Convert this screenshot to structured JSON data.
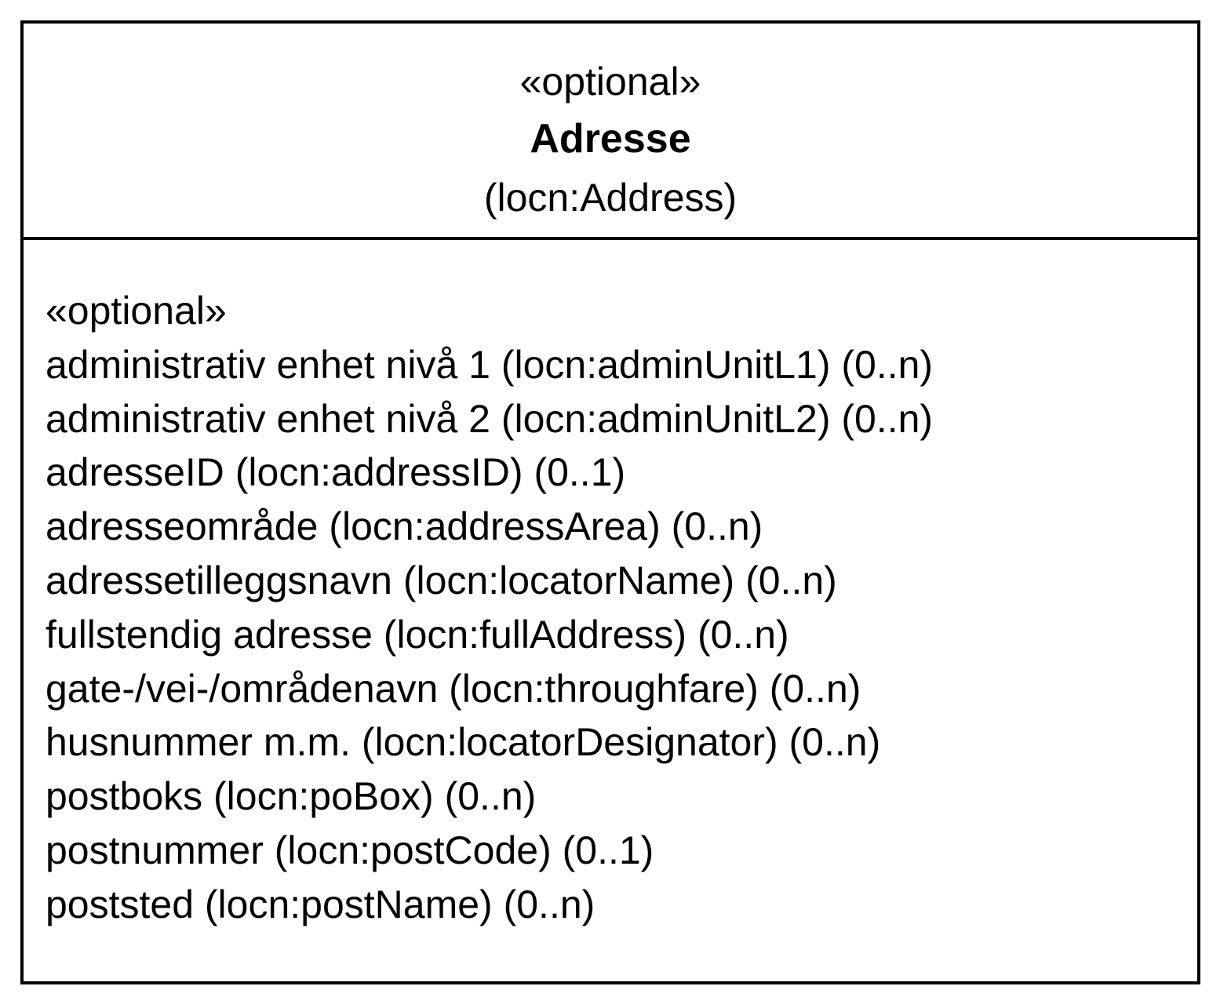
{
  "class": {
    "stereotype": "«optional»",
    "name": "Adresse",
    "uri": "(locn:Address)",
    "attribute_stereotype": "«optional»",
    "attributes": [
      "administrativ enhet nivå 1 (locn:adminUnitL1) (0..n)",
      "administrativ enhet nivå 2 (locn:adminUnitL2) (0..n)",
      "adresseID (locn:addressID) (0..1)",
      "adresseområde (locn:addressArea) (0..n)",
      "adressetilleggsnavn (locn:locatorName) (0..n)",
      "fullstendig adresse (locn:fullAddress) (0..n)",
      "gate-/vei-/områdenavn (locn:throughfare) (0..n)",
      "husnummer m.m. (locn:locatorDesignator) (0..n)",
      "postboks (locn:poBox) (0..n)",
      "postnummer (locn:postCode) (0..1)",
      "poststed (locn:postName) (0..n)"
    ]
  }
}
